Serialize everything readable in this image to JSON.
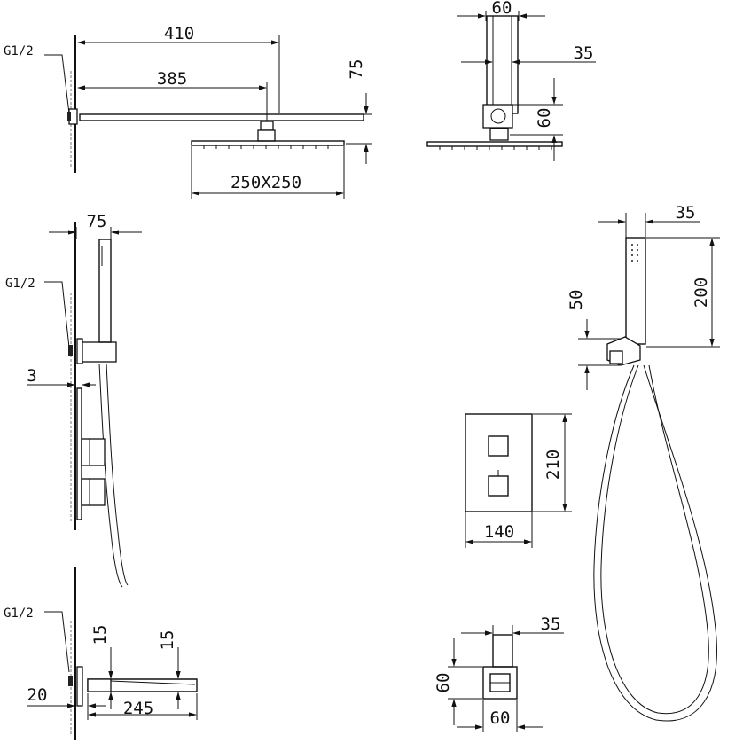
{
  "labels": {
    "thread_top": "G1/2",
    "thread_mid": "G1/2",
    "thread_bottom": "G1/2",
    "arm_length_overall": "410",
    "arm_length": "385",
    "arm_drop": "75",
    "head_size": "250X250",
    "arm_side_width": "60",
    "arm_side_depth": "35",
    "connector_height": "60",
    "holder_width": "75",
    "plate_gap": "3",
    "handshower_width": "35",
    "handshower_length": "200",
    "elbow_height": "50",
    "valve_height": "210",
    "valve_width": "140",
    "spout_wall": "15",
    "spout_tip": "15",
    "spout_offset": "20",
    "spout_length": "245",
    "spout_end_width": "35",
    "spout_end_height": "60",
    "spout_end_depth": "60"
  }
}
